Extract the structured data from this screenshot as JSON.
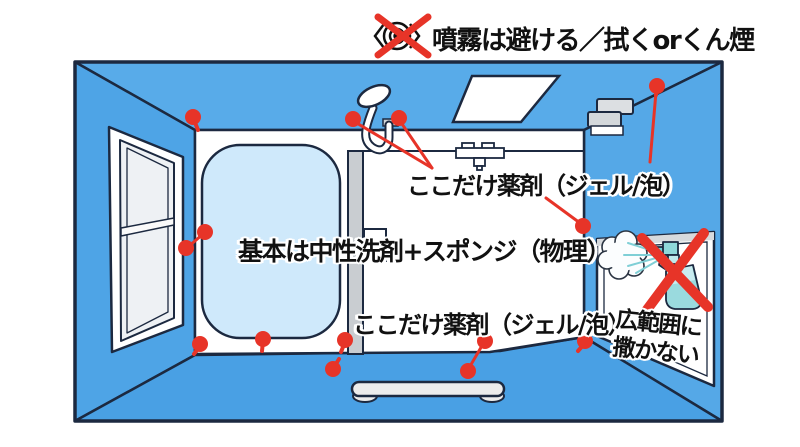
{
  "figure": {
    "type": "bathroom-cleaning-infographic",
    "header": {
      "icon": "no-spray-icon",
      "text": "噴霧は避ける／拭くorくん煙"
    },
    "annotations": {
      "chemicals_here_top": "ここだけ薬剤（ジェル/泡）",
      "basic_method": "基本は中性洗剤+スポンジ（物理）",
      "chemicals_here_bottom": "ここだけ薬剤（ジェル/泡）",
      "no_wide_scatter_line1": "広範囲に",
      "no_wide_scatter_line2": "撒かない"
    },
    "icons": [
      "no-spray-icon",
      "spray-bottle-crossed-icon",
      "shower-head-icon",
      "red-pin"
    ],
    "colors": {
      "wall_blue": "#55a8e7",
      "tub_blue": "#cfe9fb",
      "outline_navy": "#1c2940",
      "marker_red": "#e73428",
      "bottle_teal": "#9adade"
    }
  }
}
